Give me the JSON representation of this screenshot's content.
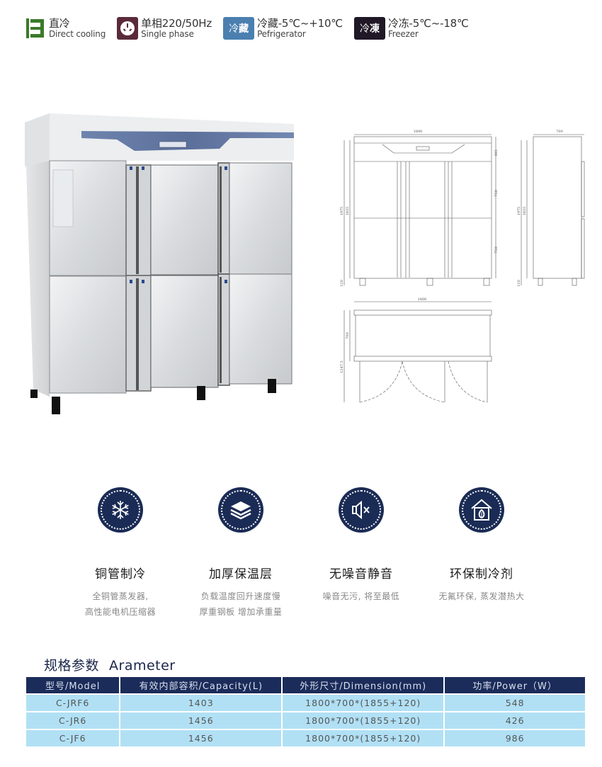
{
  "badges": [
    {
      "cn": "直冷",
      "en": "Direct cooling",
      "icon": "direct-cooling-icon",
      "color": "#3a7a2a"
    },
    {
      "cn": "单相220/50Hz",
      "en": "Single phase",
      "icon": "plug-icon",
      "color": "#5a2a3b"
    },
    {
      "cn": "冷藏-5℃~+10℃",
      "en": "Pefrigerator",
      "icon_text_a": "冷",
      "icon_text_b": "藏",
      "color": "#4a7fb0"
    },
    {
      "cn": "冷冻-5℃~-18℃",
      "en": "Freezer",
      "icon_text_a": "冷",
      "icon_text_b": "凍",
      "color": "#201826"
    }
  ],
  "drawings": {
    "front": {
      "width": "1800",
      "top_height": "305",
      "door_upper": "750",
      "door_lower": "750",
      "total_height": "1975",
      "body_height": "1855",
      "leg": "120"
    },
    "side": {
      "depth": "700",
      "total_height": "1975",
      "body_height": "1855",
      "leg": "120"
    },
    "top": {
      "width": "1800",
      "depth": "700",
      "open_depth": "1247.5"
    }
  },
  "features": [
    {
      "icon": "snowflake-icon",
      "title": "铜管制冷",
      "desc": [
        "全铜管蒸发器,",
        "高性能电机压缩器"
      ]
    },
    {
      "icon": "layers-icon",
      "title": "加厚保温层",
      "desc": [
        "负载温度回升速度慢",
        "厚重钢板 增加承重量"
      ]
    },
    {
      "icon": "mute-speaker-icon",
      "title": "无噪音静音",
      "desc": [
        "噪音无污, 将至最低"
      ]
    },
    {
      "icon": "eco-house-icon",
      "title": "环保制冷剂",
      "desc": [
        "无氟环保, 蒸发潜热大"
      ]
    }
  ],
  "spec": {
    "title_cn": "规格参数",
    "title_en": "Arameter",
    "headers": [
      "型号/Model",
      "有效内部容积/Capacity(L)",
      "外形尺寸/Dimension(mm)",
      "功率/Power（W）"
    ],
    "rows": [
      [
        "C-JRF6",
        "1403",
        "1800*700*(1855+120)",
        "548"
      ],
      [
        "C-JR6",
        "1456",
        "1800*700*(1855+120)",
        "426"
      ],
      [
        "C-JF6",
        "1456",
        "1800*700*(1855+120)",
        "986"
      ]
    ]
  }
}
